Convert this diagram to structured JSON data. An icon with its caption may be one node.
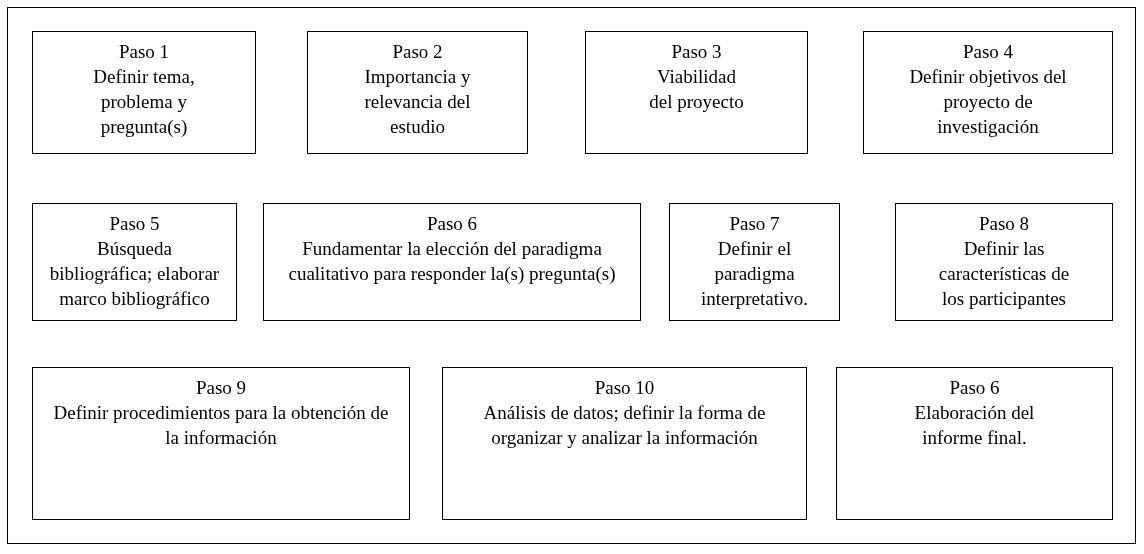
{
  "diagram": {
    "nodes": [
      {
        "text": [
          "Paso 1",
          "Definir tema, problema y pregunta(s)"
        ]
      },
      {
        "text": [
          "Paso 2",
          "Importancia y relevancia del estudio"
        ]
      },
      {
        "text": [
          "Paso 3",
          "Viabilidad del proyecto"
        ]
      },
      {
        "text": [
          "Paso 4",
          "Definir objetivos del proyecto de investigación"
        ]
      },
      {
        "text": [
          "Paso 5",
          "Búsqueda bibliográfica; elaborar marco bibliográfico"
        ]
      },
      {
        "text": [
          "Paso 6",
          "Fundamentar la elección del paradigma cualitativo para responder la(s) pregunta(s)"
        ]
      },
      {
        "text": [
          "Paso 7",
          "Definir el paradigma interpretativo."
        ]
      },
      {
        "text": [
          "Paso 8",
          "Definir las características de los participantes"
        ]
      },
      {
        "text": [
          "Paso 9",
          "Definir procedimientos para la obtención de la información"
        ]
      },
      {
        "text": [
          "Paso 10",
          "Análisis de datos; definir la forma de organizar y analizar la información"
        ]
      },
      {
        "text": [
          "Paso 6",
          "Elaboración del informe final."
        ]
      }
    ]
  }
}
